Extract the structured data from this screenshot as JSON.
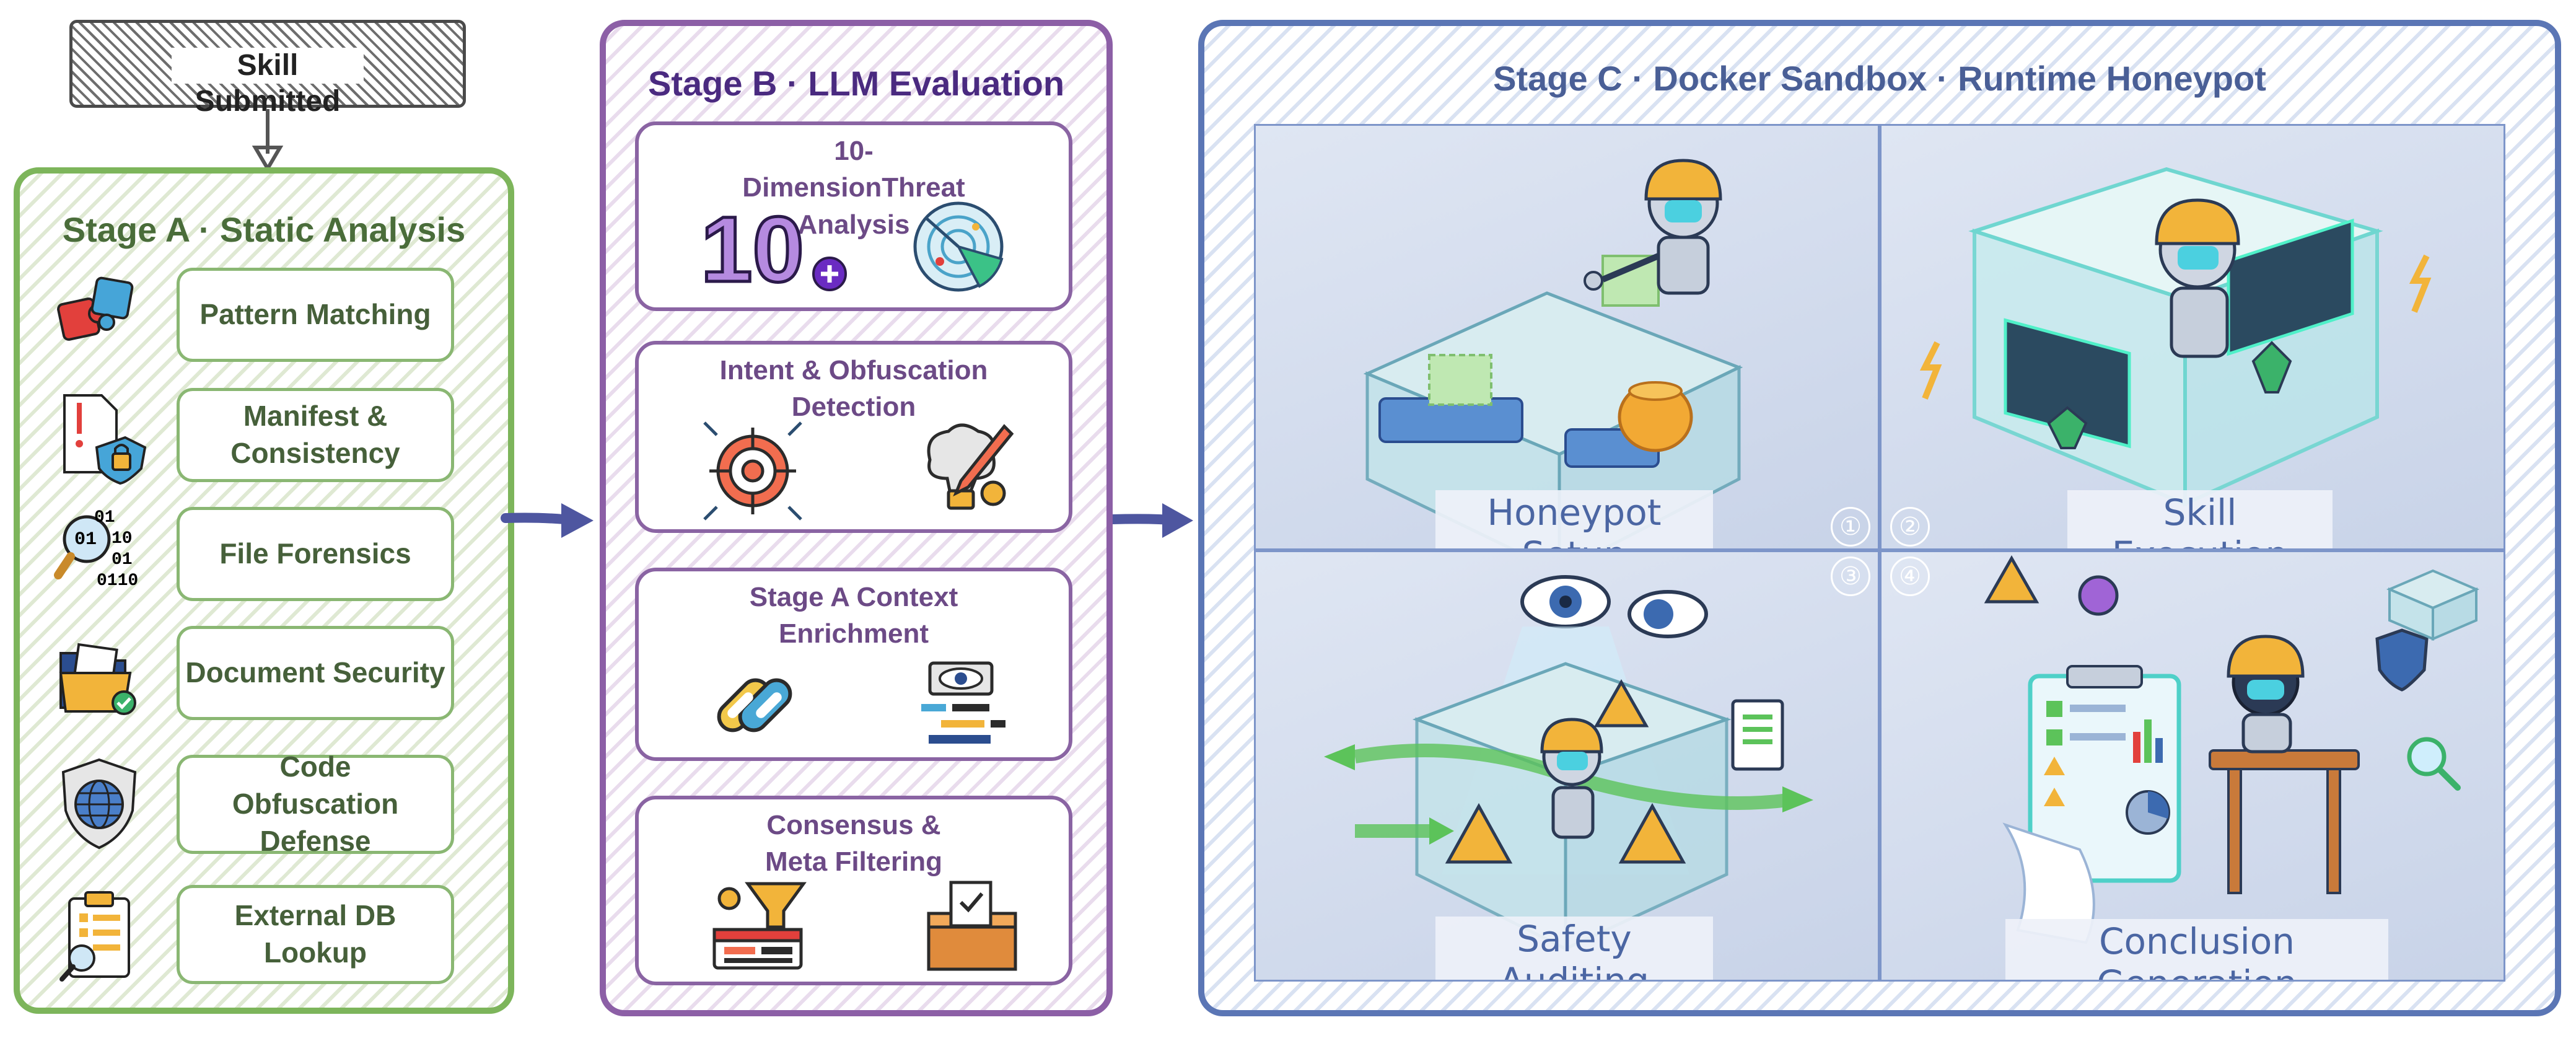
{
  "skill_submitted": "Skill Submitted",
  "stage_a": {
    "title": "Stage A · Static Analysis",
    "items": [
      {
        "label": "Pattern Matching",
        "icon": "puzzle-icon"
      },
      {
        "label": "Manifest & Consistency",
        "icon": "document-lock-icon"
      },
      {
        "label": "File Forensics",
        "icon": "binary-magnifier-icon",
        "icon_text": [
          "01",
          "10",
          "01",
          "0110",
          "01"
        ]
      },
      {
        "label": "Document Security",
        "icon": "folder-check-icon"
      },
      {
        "label": "Code Obfuscation Defense",
        "icon": "globe-shield-icon"
      },
      {
        "label": "External DB Lookup",
        "icon": "clipboard-search-icon"
      }
    ]
  },
  "stage_b": {
    "title": "Stage B · LLM Evaluation",
    "cards": [
      {
        "title": "10-DimensionThreat Analysis",
        "icons": [
          "ten-plus-icon",
          "radar-icon"
        ],
        "icon_text": "10"
      },
      {
        "title": "Intent & Obfuscation Detection",
        "icons": [
          "target-icon",
          "brain-pencil-icon"
        ]
      },
      {
        "title": "Stage A Context Enrichment",
        "icons": [
          "link-icon",
          "eye-chat-icon"
        ]
      },
      {
        "title": "Consensus & Meta Filtering",
        "icons": [
          "funnel-icon",
          "ballot-box-icon"
        ]
      }
    ]
  },
  "stage_c": {
    "title": "Stage C · Docker Sandbox · Runtime Honeypot",
    "panels": [
      {
        "label": "Honeypot Setup",
        "illustration": "robot-building-honeypot-box"
      },
      {
        "label": "Skill Execution",
        "illustration": "robot-inside-glowing-sandbox"
      },
      {
        "label": "Safety Auditing",
        "illustration": "eyes-watching-sandbox"
      },
      {
        "label": "Conclusion Generation",
        "illustration": "robot-writing-report"
      }
    ],
    "step_numbers": [
      "①",
      "②",
      "③",
      "④"
    ]
  },
  "colors": {
    "stage_a": "#7db55b",
    "stage_b": "#8c5fa6",
    "stage_c": "#5b76b5",
    "arrow": "#4e56a0"
  }
}
